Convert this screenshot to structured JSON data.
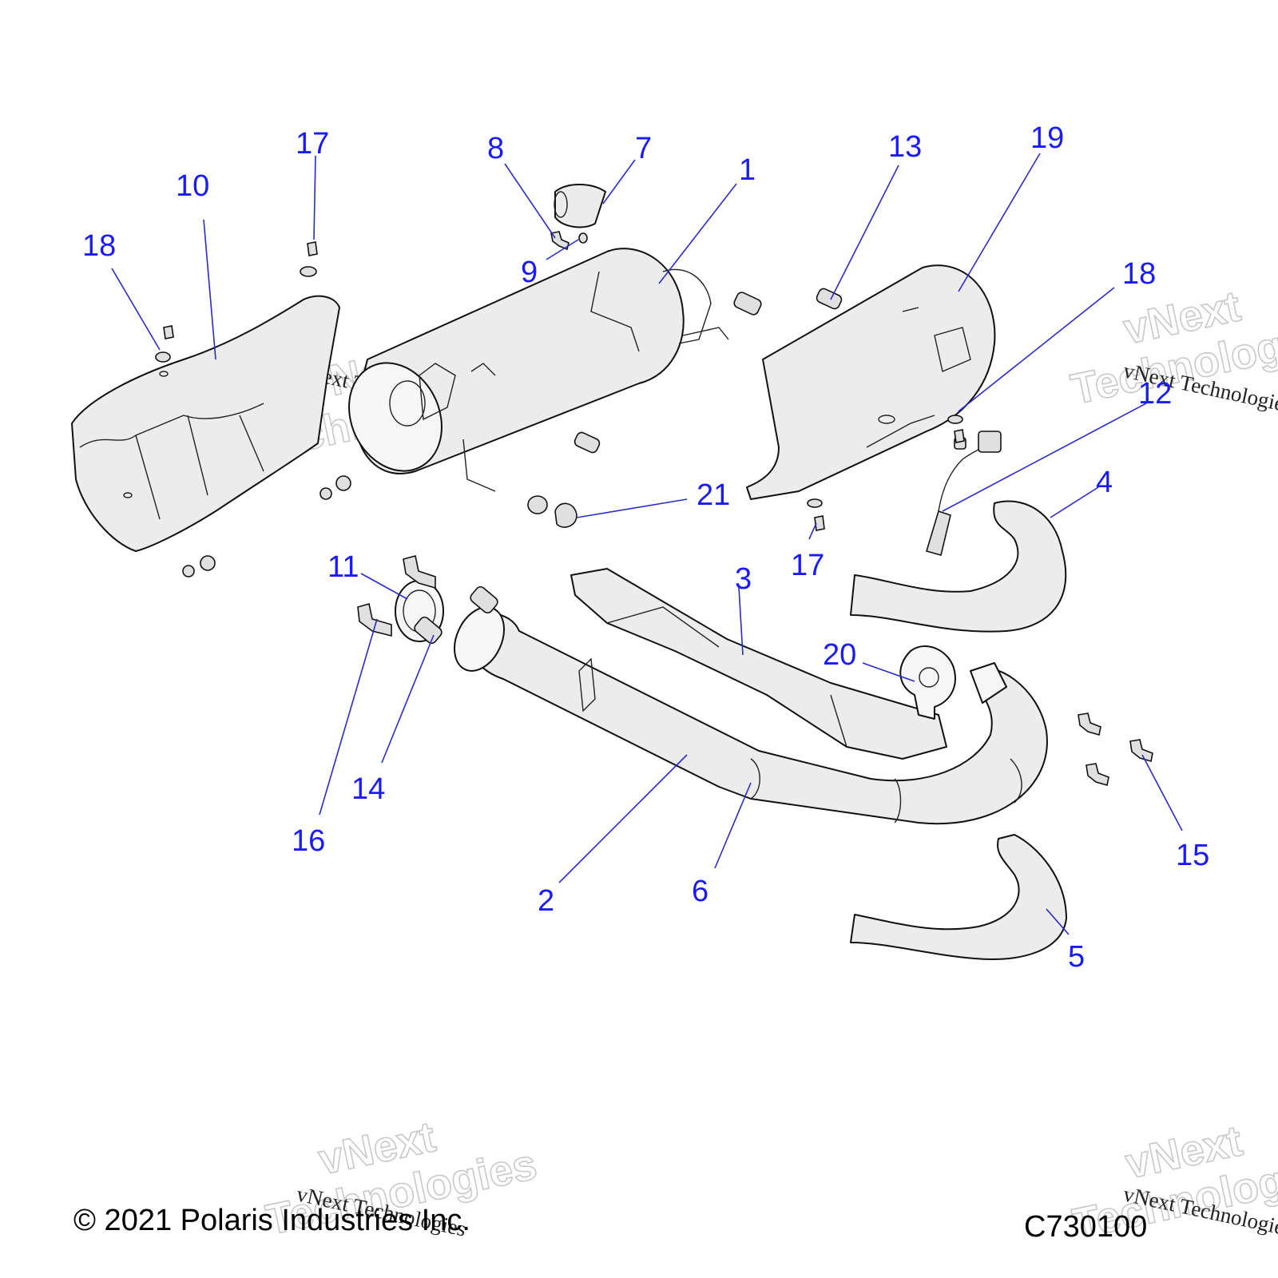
{
  "callouts": [
    {
      "id": "1",
      "label": "1"
    },
    {
      "id": "2",
      "label": "2"
    },
    {
      "id": "3",
      "label": "3"
    },
    {
      "id": "4",
      "label": "4"
    },
    {
      "id": "5",
      "label": "5"
    },
    {
      "id": "6",
      "label": "6"
    },
    {
      "id": "7",
      "label": "7"
    },
    {
      "id": "8",
      "label": "8"
    },
    {
      "id": "9",
      "label": "9"
    },
    {
      "id": "10",
      "label": "10"
    },
    {
      "id": "11",
      "label": "11"
    },
    {
      "id": "12",
      "label": "12"
    },
    {
      "id": "13",
      "label": "13"
    },
    {
      "id": "14",
      "label": "14"
    },
    {
      "id": "15",
      "label": "15"
    },
    {
      "id": "16",
      "label": "16"
    },
    {
      "id": "17a",
      "label": "17"
    },
    {
      "id": "17b",
      "label": "17"
    },
    {
      "id": "18a",
      "label": "18"
    },
    {
      "id": "18b",
      "label": "18"
    },
    {
      "id": "19",
      "label": "19"
    },
    {
      "id": "20",
      "label": "20"
    },
    {
      "id": "21",
      "label": "21"
    }
  ],
  "footer": {
    "copyright": "© 2021 Polaris Industries Inc.",
    "diagram_code": "C730100"
  },
  "watermark": {
    "line1": "vNext",
    "line2": "Technologies",
    "serif_text": "vNext Technologies"
  }
}
